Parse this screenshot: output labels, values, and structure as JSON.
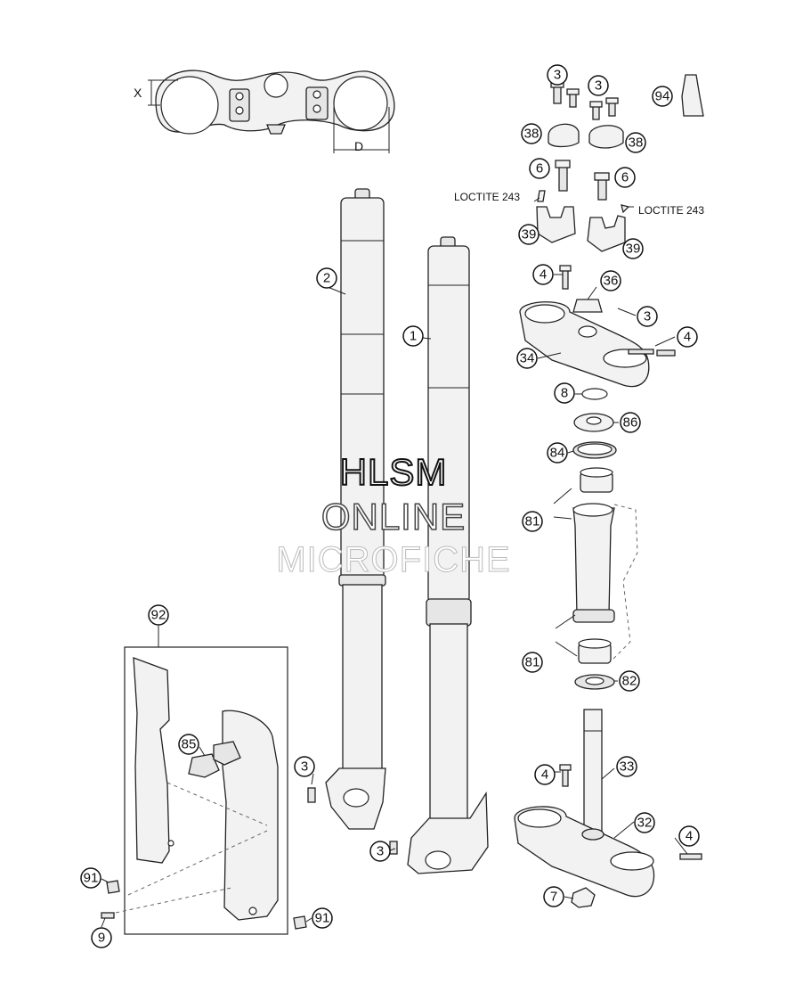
{
  "watermark": {
    "line1": "HLSM",
    "line2": "ONLINE",
    "line3": "MICROFICHE"
  },
  "dimensions": {
    "x": "X",
    "d": "D"
  },
  "notes": {
    "loctite_left": "LOCTITE 243",
    "loctite_right": "LOCTITE 243"
  },
  "callouts": [
    "3",
    "3",
    "94",
    "38",
    "38",
    "6",
    "6",
    "39",
    "39",
    "2",
    "1",
    "4",
    "36",
    "3",
    "4",
    "34",
    "8",
    "86",
    "84",
    "81",
    "81",
    "82",
    "92",
    "85",
    "3",
    "3",
    "33",
    "4",
    "32",
    "4",
    "91",
    "7",
    "91",
    "9"
  ]
}
